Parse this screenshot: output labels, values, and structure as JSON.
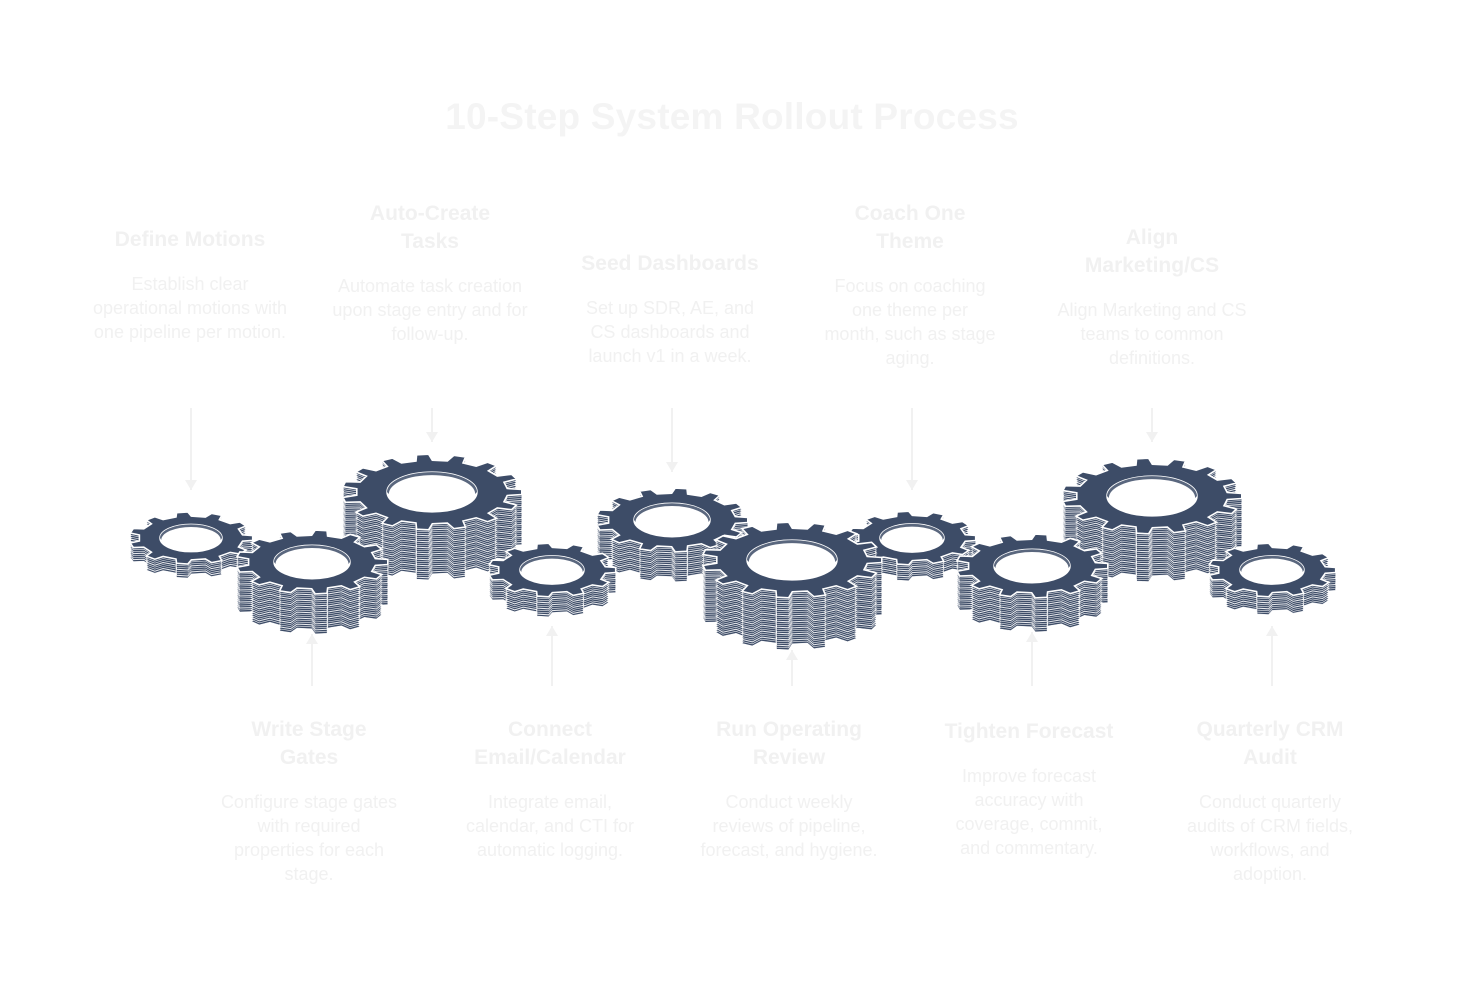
{
  "title": "10-Step System Rollout Process",
  "colors": {
    "gear": "#3d4c67",
    "gear_edge": "#ffffff",
    "text": "#f1f1f1",
    "arrow": "#f1f1f1"
  },
  "steps": [
    {
      "title": "Define Motions",
      "description": "Establish clear operational motions with one pipeline per motion."
    },
    {
      "title": "Write Stage Gates",
      "description": "Configure stage gates with required properties for each stage."
    },
    {
      "title": "Auto-Create Tasks",
      "description": "Automate task creation upon stage entry and for follow-up."
    },
    {
      "title": "Connect Email/Calendar",
      "description": "Integrate email, calendar, and CTI for automatic logging."
    },
    {
      "title": "Seed Dashboards",
      "description": "Set up SDR, AE, and CS dashboards and launch v1 in a week."
    },
    {
      "title": "Run Operating Review",
      "description": "Conduct weekly reviews of pipeline, forecast, and hygiene."
    },
    {
      "title": "Coach One Theme",
      "description": "Focus on coaching one theme per month, such as stage aging."
    },
    {
      "title": "Tighten Forecast",
      "description": "Improve forecast accuracy with coverage, commit, and commentary."
    },
    {
      "title": "Align Marketing/CS",
      "description": "Align Marketing and CS teams to common definitions."
    },
    {
      "title": "Quarterly CRM Audit",
      "description": "Conduct quarterly audits of CRM fields, workflows, and adoption."
    }
  ]
}
